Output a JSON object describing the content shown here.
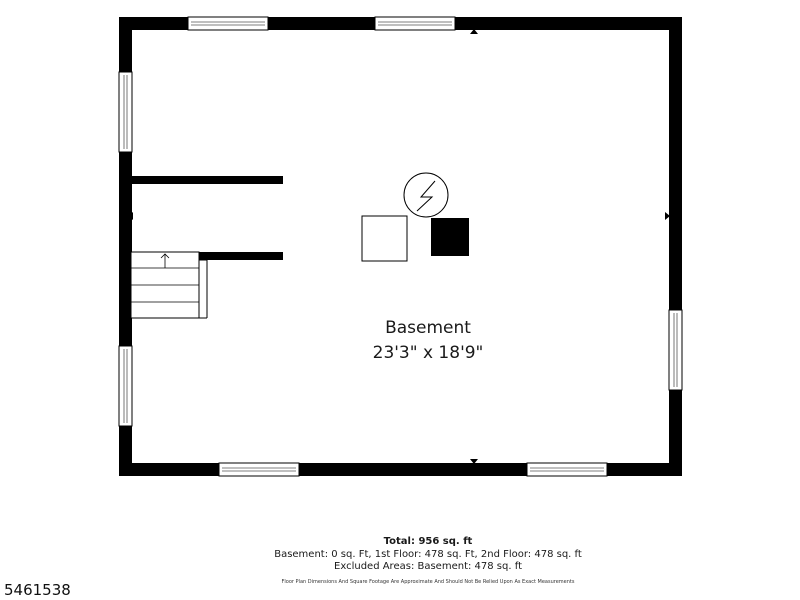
{
  "room": {
    "name": "Basement",
    "dimensions": "23'3\" x 18'9\""
  },
  "summary": {
    "total": "Total: 956 sq. ft",
    "breakdown": "Basement: 0 sq. Ft, 1st Floor: 478 sq. Ft, 2nd Floor: 478 sq. ft",
    "excluded": "Excluded Areas: Basement: 478 sq. ft",
    "disclaimer": "Floor Plan Dimensions And Square Footage Are Approximate And Should Not Be Relied Upon As Exact Measurements"
  },
  "listing_id": "5461538",
  "colors": {
    "wall": "#000000",
    "background": "#ffffff",
    "fixture_fill": "#000000"
  },
  "icons": [
    "electric-panel-icon",
    "stair-arrow-icon",
    "door-marker-icon"
  ]
}
